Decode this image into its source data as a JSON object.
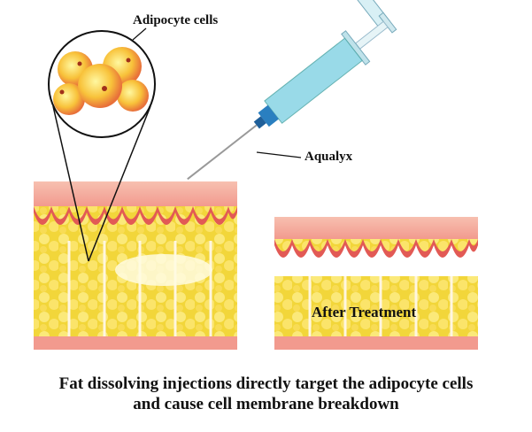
{
  "labels": {
    "adipocyte": "Adipocyte cells",
    "aqualyx": "Aqualyx",
    "after": "After Treatment"
  },
  "caption": {
    "line1": "Fat dissolving injections directly target the adipocyte cells",
    "line2": "and cause cell membrane breakdown"
  },
  "colors": {
    "skin_top": "#f4a6a0",
    "skin_edge": "#e2504f",
    "fat": "#f7e04a",
    "syringe": "#7fd0e0",
    "needle_hub": "#2a7fc0"
  }
}
